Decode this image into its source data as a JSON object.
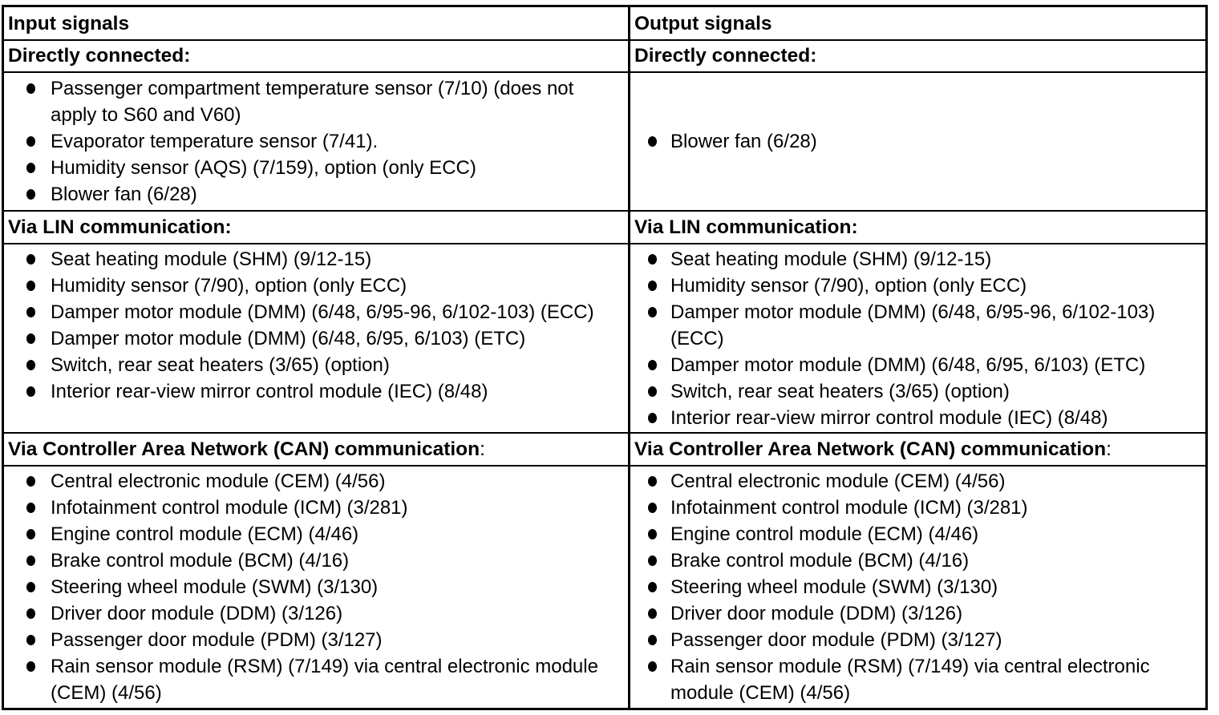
{
  "document": {
    "background_color": "#ffffff",
    "text_color": "#000000",
    "border_color": "#000000"
  },
  "table": {
    "header": {
      "input": "Input signals",
      "output": "Output signals"
    },
    "sections": {
      "direct": {
        "title": "Directly connected:",
        "input_items": [
          "Passenger compartment temperature sensor (7/10) (does not apply to S60 and V60)",
          "Evaporator temperature sensor (7/41).",
          "Humidity sensor (AQS) (7/159), option (only ECC)",
          "Blower fan (6/28)"
        ],
        "output_items": [
          "Blower fan (6/28)"
        ]
      },
      "lin": {
        "title": "Via LIN communication:",
        "input_items": [
          "Seat heating module (SHM) (9/12-15)",
          "Humidity sensor (7/90), option (only ECC)",
          "Damper motor module (DMM) (6/48, 6/95-96, 6/102-103) (ECC)",
          "Damper motor module (DMM) (6/48, 6/95, 6/103) (ETC)",
          "Switch, rear seat heaters (3/65) (option)",
          "Interior rear-view mirror control module (IEC) (8/48)"
        ],
        "output_items": [
          "Seat heating module (SHM) (9/12-15)",
          "Humidity sensor (7/90), option (only ECC)",
          "Damper motor module (DMM) (6/48, 6/95-96, 6/102-103) (ECC)",
          "Damper motor module (DMM) (6/48, 6/95, 6/103) (ETC)",
          "Switch, rear seat heaters (3/65) (option)",
          "Interior rear-view mirror control module (IEC) (8/48)"
        ]
      },
      "can": {
        "title": "Via Controller Area Network (CAN) communication",
        "title_colon": ":",
        "input_items": [
          "Central electronic module (CEM) (4/56)",
          "Infotainment control module (ICM) (3/281)",
          "Engine control module (ECM) (4/46)",
          "Brake control module (BCM) (4/16)",
          "Steering wheel module (SWM) (3/130)",
          "Driver door module (DDM) (3/126)",
          "Passenger door module (PDM) (3/127)",
          "Rain sensor module (RSM) (7/149) via central electronic module (CEM) (4/56)"
        ],
        "output_items": [
          "Central electronic module (CEM) (4/56)",
          "Infotainment control module (ICM) (3/281)",
          "Engine control module (ECM) (4/46)",
          "Brake control module (BCM) (4/16)",
          "Steering wheel module (SWM) (3/130)",
          "Driver door module (DDM) (3/126)",
          "Passenger door module (PDM) (3/127)",
          "Rain sensor module (RSM) (7/149) via central electronic module (CEM) (4/56)"
        ]
      }
    }
  }
}
